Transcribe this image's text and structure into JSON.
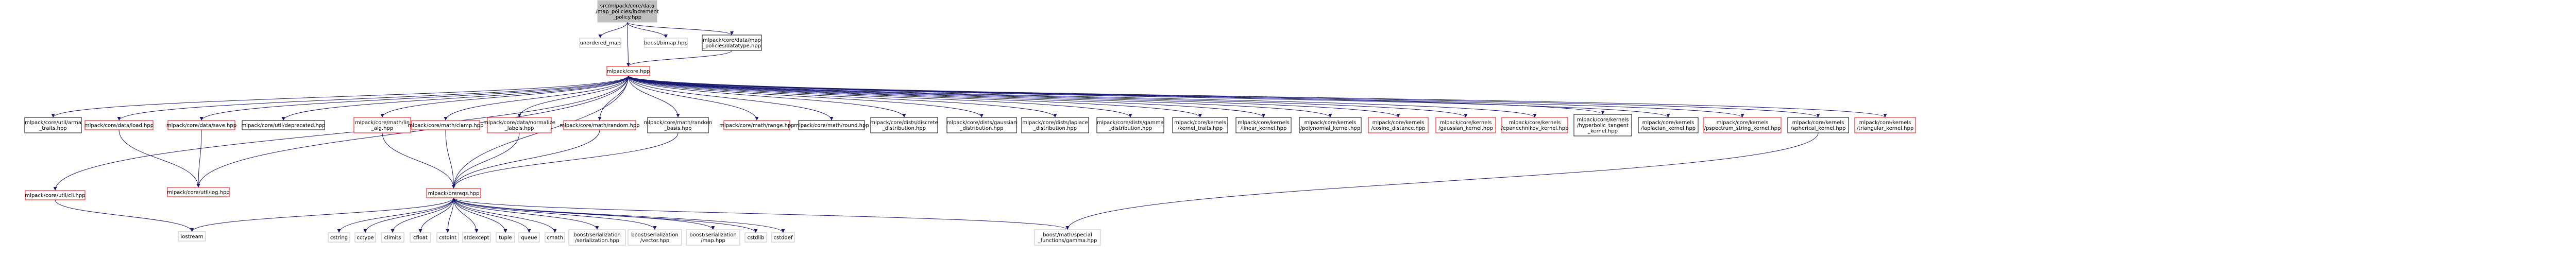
{
  "colors": {
    "root_fill": "#bfbfbf",
    "node_fill": "#ffffff",
    "border_black": "#000000",
    "border_red": "#ff0000",
    "border_gray": "#bfbfbf",
    "edge": "#191970"
  },
  "nodes": {
    "root": {
      "lines": [
        "src/mlpack/core/data",
        "/map_policies/increment",
        "_policy.hpp"
      ],
      "border": "gray",
      "fill": "root"
    },
    "unordered_map": {
      "lines": [
        "unordered_map"
      ],
      "border": "gray"
    },
    "bimap": {
      "lines": [
        "boost/bimap.hpp"
      ],
      "border": "gray"
    },
    "datatype": {
      "lines": [
        "mlpack/core/data/map",
        "_policies/datatype.hpp"
      ],
      "border": "black"
    },
    "core": {
      "lines": [
        "mlpack/core.hpp"
      ],
      "border": "red"
    },
    "arma_traits": {
      "lines": [
        "mlpack/core/util/arma",
        "_traits.hpp"
      ],
      "border": "black"
    },
    "load": {
      "lines": [
        "mlpack/core/data/load.hpp"
      ],
      "border": "red"
    },
    "save": {
      "lines": [
        "mlpack/core/data/save.hpp"
      ],
      "border": "red"
    },
    "deprecated": {
      "lines": [
        "mlpack/core/util/deprecated.hpp"
      ],
      "border": "black"
    },
    "math_lin_alg": {
      "lines": [
        "mlpack/core/math/lin",
        "_alg.hpp"
      ],
      "border": "red"
    },
    "clamp": {
      "lines": [
        "mlpack/core/math/clamp.hpp"
      ],
      "border": "red"
    },
    "normalize_labels": {
      "lines": [
        "mlpack/core/data/normalize",
        "_labels.hpp"
      ],
      "border": "red"
    },
    "random": {
      "lines": [
        "mlpack/core/math/random.hpp"
      ],
      "border": "red"
    },
    "random_basis": {
      "lines": [
        "mlpack/core/math/random",
        "_basis.hpp"
      ],
      "border": "black"
    },
    "range": {
      "lines": [
        "mlpack/core/math/range.hpp"
      ],
      "border": "red"
    },
    "round": {
      "lines": [
        "mlpack/core/math/round.hpp"
      ],
      "border": "black"
    },
    "discrete_dist": {
      "lines": [
        "mlpack/core/dists/discrete",
        "_distribution.hpp"
      ],
      "border": "black"
    },
    "gaussian_dist": {
      "lines": [
        "mlpack/core/dists/gaussian",
        "_distribution.hpp"
      ],
      "border": "black"
    },
    "laplace_dist": {
      "lines": [
        "mlpack/core/dists/laplace",
        "_distribution.hpp"
      ],
      "border": "black"
    },
    "gamma_dist": {
      "lines": [
        "mlpack/core/dists/gamma",
        "_distribution.hpp"
      ],
      "border": "black"
    },
    "kernel_traits": {
      "lines": [
        "mlpack/core/kernels",
        "/kernel_traits.hpp"
      ],
      "border": "black"
    },
    "linear_kernel": {
      "lines": [
        "mlpack/core/kernels",
        "/linear_kernel.hpp"
      ],
      "border": "black"
    },
    "polynomial_kernel": {
      "lines": [
        "mlpack/core/kernels",
        "/polynomial_kernel.hpp"
      ],
      "border": "black"
    },
    "cosine_distance": {
      "lines": [
        "mlpack/core/kernels",
        "/cosine_distance.hpp"
      ],
      "border": "red"
    },
    "gaussian_kernel": {
      "lines": [
        "mlpack/core/kernels",
        "/gaussian_kernel.hpp"
      ],
      "border": "red"
    },
    "epanechnikov_kernel": {
      "lines": [
        "mlpack/core/kernels",
        "/epanechnikov_kernel.hpp"
      ],
      "border": "red"
    },
    "hyperbolic_tangent": {
      "lines": [
        "mlpack/core/kernels",
        "/hyperbolic_tangent",
        "_kernel.hpp"
      ],
      "border": "black"
    },
    "laplacian_kernel": {
      "lines": [
        "mlpack/core/kernels",
        "/laplacian_kernel.hpp"
      ],
      "border": "black"
    },
    "pspectrum": {
      "lines": [
        "mlpack/core/kernels",
        "/pspectrum_string_kernel.hpp"
      ],
      "border": "red"
    },
    "spherical_kernel": {
      "lines": [
        "mlpack/core/kernels",
        "/spherical_kernel.hpp"
      ],
      "border": "black"
    },
    "triangular_kernel": {
      "lines": [
        "mlpack/core/kernels",
        "/triangular_kernel.hpp"
      ],
      "border": "red"
    },
    "cli": {
      "lines": [
        "mlpack/core/util/cli.hpp"
      ],
      "border": "red"
    },
    "log": {
      "lines": [
        "mlpack/core/util/log.hpp"
      ],
      "border": "red"
    },
    "prereqs": {
      "lines": [
        "mlpack/prereqs.hpp"
      ],
      "border": "red"
    },
    "iostream": {
      "lines": [
        "iostream"
      ],
      "border": "gray"
    },
    "cstring": {
      "lines": [
        "cstring"
      ],
      "border": "gray"
    },
    "cctype": {
      "lines": [
        "cctype"
      ],
      "border": "gray"
    },
    "climits": {
      "lines": [
        "climits"
      ],
      "border": "gray"
    },
    "cfloat": {
      "lines": [
        "cfloat"
      ],
      "border": "gray"
    },
    "cstdint": {
      "lines": [
        "cstdint"
      ],
      "border": "gray"
    },
    "stdexcept": {
      "lines": [
        "stdexcept"
      ],
      "border": "gray"
    },
    "tuple": {
      "lines": [
        "tuple"
      ],
      "border": "gray"
    },
    "queue": {
      "lines": [
        "queue"
      ],
      "border": "gray"
    },
    "cmath": {
      "lines": [
        "cmath"
      ],
      "border": "gray"
    },
    "boost_serialization": {
      "lines": [
        "boost/serialization",
        "/serialization.hpp"
      ],
      "border": "gray"
    },
    "boost_vector": {
      "lines": [
        "boost/serialization",
        "/vector.hpp"
      ],
      "border": "gray"
    },
    "boost_map": {
      "lines": [
        "boost/serialization",
        "/map.hpp"
      ],
      "border": "gray"
    },
    "cstdlib": {
      "lines": [
        "cstdlib"
      ],
      "border": "gray"
    },
    "cstddef": {
      "lines": [
        "cstddef"
      ],
      "border": "gray"
    },
    "boost_gamma": {
      "lines": [
        "boost/math/special",
        "_functions/gamma.hpp"
      ],
      "border": "gray"
    }
  },
  "edges": [
    [
      "root",
      "unordered_map"
    ],
    [
      "root",
      "bimap"
    ],
    [
      "root",
      "datatype"
    ],
    [
      "root",
      "core"
    ],
    [
      "datatype",
      "core"
    ],
    [
      "core",
      "arma_traits"
    ],
    [
      "core",
      "load"
    ],
    [
      "core",
      "save"
    ],
    [
      "core",
      "deprecated"
    ],
    [
      "core",
      "math_lin_alg"
    ],
    [
      "core",
      "clamp"
    ],
    [
      "core",
      "normalize_labels"
    ],
    [
      "core",
      "random"
    ],
    [
      "core",
      "random_basis"
    ],
    [
      "core",
      "range"
    ],
    [
      "core",
      "round"
    ],
    [
      "core",
      "discrete_dist"
    ],
    [
      "core",
      "gaussian_dist"
    ],
    [
      "core",
      "laplace_dist"
    ],
    [
      "core",
      "gamma_dist"
    ],
    [
      "core",
      "kernel_traits"
    ],
    [
      "core",
      "linear_kernel"
    ],
    [
      "core",
      "polynomial_kernel"
    ],
    [
      "core",
      "cosine_distance"
    ],
    [
      "core",
      "gaussian_kernel"
    ],
    [
      "core",
      "epanechnikov_kernel"
    ],
    [
      "core",
      "hyperbolic_tangent"
    ],
    [
      "core",
      "laplacian_kernel"
    ],
    [
      "core",
      "pspectrum"
    ],
    [
      "core",
      "spherical_kernel"
    ],
    [
      "core",
      "triangular_kernel"
    ],
    [
      "core",
      "cli"
    ],
    [
      "core",
      "log"
    ],
    [
      "core",
      "prereqs"
    ],
    [
      "load",
      "log"
    ],
    [
      "save",
      "log"
    ],
    [
      "cli",
      "iostream"
    ],
    [
      "math_lin_alg",
      "prereqs"
    ],
    [
      "clamp",
      "prereqs"
    ],
    [
      "normalize_labels",
      "prereqs"
    ],
    [
      "random",
      "prereqs"
    ],
    [
      "random_basis",
      "prereqs"
    ],
    [
      "prereqs",
      "iostream"
    ],
    [
      "prereqs",
      "cstring"
    ],
    [
      "prereqs",
      "cctype"
    ],
    [
      "prereqs",
      "climits"
    ],
    [
      "prereqs",
      "cfloat"
    ],
    [
      "prereqs",
      "cstdint"
    ],
    [
      "prereqs",
      "stdexcept"
    ],
    [
      "prereqs",
      "tuple"
    ],
    [
      "prereqs",
      "queue"
    ],
    [
      "prereqs",
      "cmath"
    ],
    [
      "prereqs",
      "boost_serialization"
    ],
    [
      "prereqs",
      "boost_vector"
    ],
    [
      "prereqs",
      "boost_map"
    ],
    [
      "prereqs",
      "cstdlib"
    ],
    [
      "prereqs",
      "cstddef"
    ],
    [
      "prereqs",
      "boost_gamma"
    ],
    [
      "spherical_kernel",
      "boost_gamma"
    ]
  ]
}
